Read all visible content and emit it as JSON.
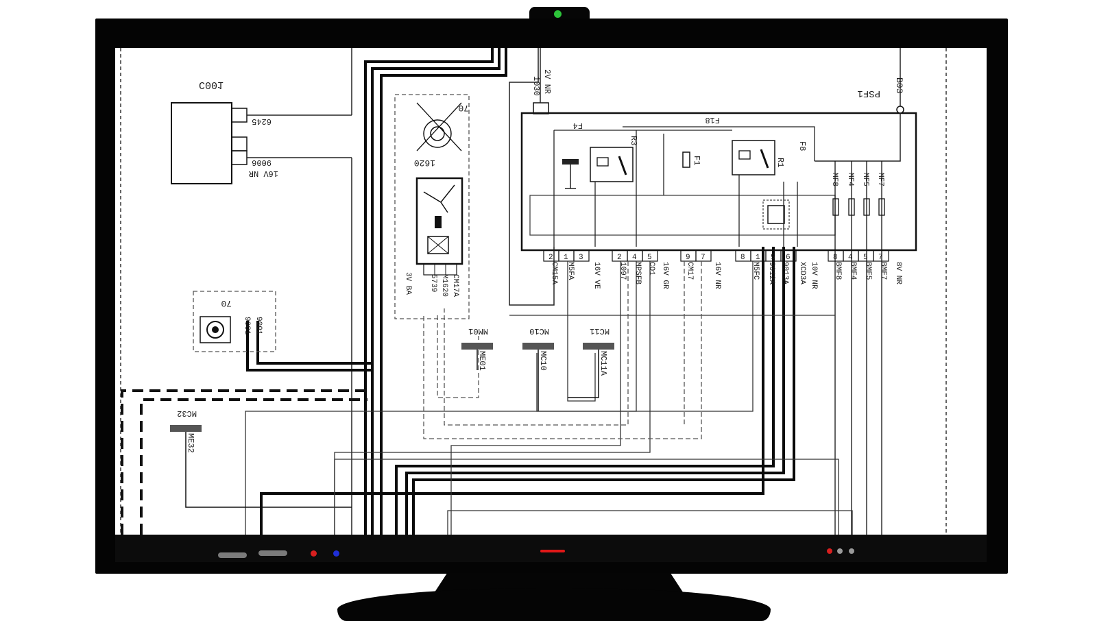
{
  "schematic": {
    "components": {
      "c001": "C001",
      "psf1": "PSF1",
      "b03": "B03",
      "relay_1620": "1620",
      "sensor_70_top": "70",
      "sensor_70_left": "70",
      "f4": "F4",
      "f18": "F18",
      "f8": "F8",
      "r1": "R1",
      "r3": "R3",
      "f1": "F1"
    },
    "connector_labels": {
      "c001_conn1": "6245",
      "c001_conn2": "9006",
      "c001_conn2_desc": "16V NR",
      "psf1_in": "1030",
      "psf1_in_desc": "2V NR",
      "sensor_left_w1": "9001",
      "sensor_left_w2": "9001",
      "relay_w1": "CM17A",
      "relay_w2": "M1620",
      "relay_w3": "5739",
      "relay_conn": "3V BA"
    },
    "bottom_pins": [
      "2",
      "1",
      "3",
      "2",
      "4",
      "5",
      "9",
      "7",
      "8",
      "1",
      "5",
      "6",
      "8",
      "4",
      "5",
      "7"
    ],
    "bottom_labels": {
      "p1": "CM15A",
      "p2": "M5FA",
      "p3": "16V VE",
      "p4": "1097",
      "p5": "MPSFB",
      "p6": "CO1",
      "p7": "16V GR",
      "p8": "CM17",
      "p9": "16V NR",
      "p10": "M5FC",
      "p11": "9012A",
      "p12": "9013A",
      "p13": "10V NR",
      "p14": "XCD3A",
      "p15": "BMF8",
      "p16": "BMF4",
      "p17": "BMF5",
      "p18": "BMF7",
      "p19": "8V NR"
    },
    "fuse_labels": [
      "MF8",
      "MF4",
      "MF5",
      "MF7"
    ],
    "grounds": {
      "mm01": "MM01",
      "me01": "ME01",
      "mc10": "MC10",
      "mc10b": "MC10",
      "mc11": "MC11",
      "mc11a": "MC11A",
      "mc32": "MC32",
      "me32": "ME32"
    }
  },
  "bezel": {
    "led_colors": {
      "red": "#d81f1f",
      "blue": "#1f2fd8",
      "center": "#e01818",
      "webcam": "#2dc43a",
      "grey": "#9a9a9a"
    }
  }
}
